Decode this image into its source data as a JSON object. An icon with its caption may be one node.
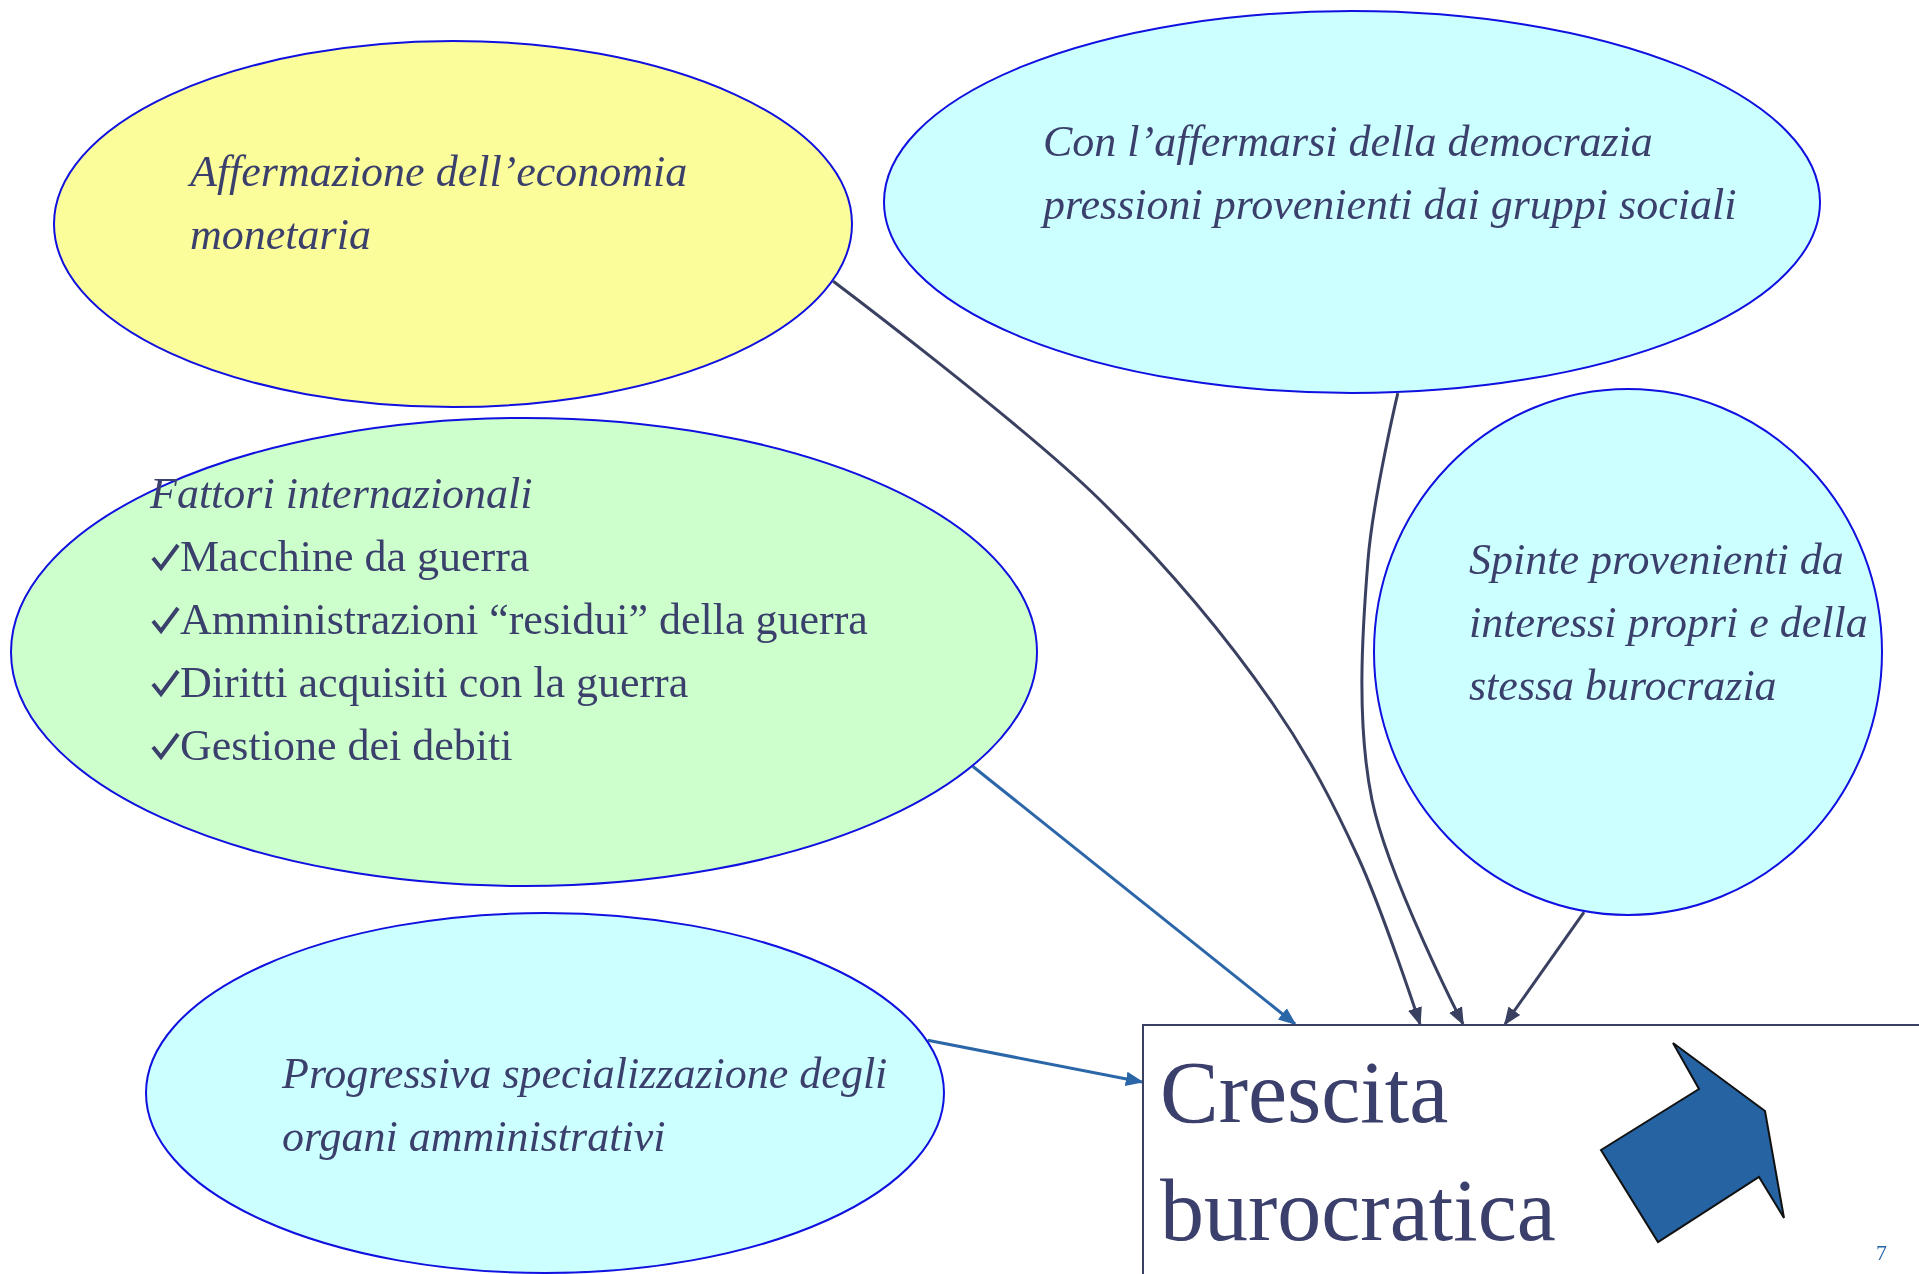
{
  "diagram": {
    "nodes": [
      {
        "text": [
          "Affermazione dell’economia monetaria"
        ]
      },
      {
        "text": [
          "Con l’affermarsi della democrazia pressioni provenienti dai gruppi sociali"
        ]
      },
      {
        "text": [
          "Fattori internazionali",
          "Macchine da guerra",
          "Amministrazioni “residui” della guerra",
          "Diritti acquisiti con la guerra",
          "Gestione dei debiti"
        ]
      },
      {
        "text": [
          "Spinte provenienti da interessi propri e della stessa burocrazia"
        ]
      },
      {
        "text": [
          "Progressiva specializzazione degli organi amministrativi"
        ]
      },
      {
        "text": [
          "Crescita burocratica"
        ]
      }
    ],
    "edges": [
      {
        "from": 0,
        "to": 5,
        "arrow": "to"
      },
      {
        "from": 1,
        "to": 5,
        "arrow": "to"
      },
      {
        "from": 2,
        "to": 5,
        "arrow": "to",
        "color": "#2a66a8"
      },
      {
        "from": 3,
        "to": 5,
        "arrow": "to"
      },
      {
        "from": 4,
        "to": 5,
        "arrow": "to",
        "color": "#2a66a8"
      }
    ],
    "labels": [
      "7"
    ]
  }
}
